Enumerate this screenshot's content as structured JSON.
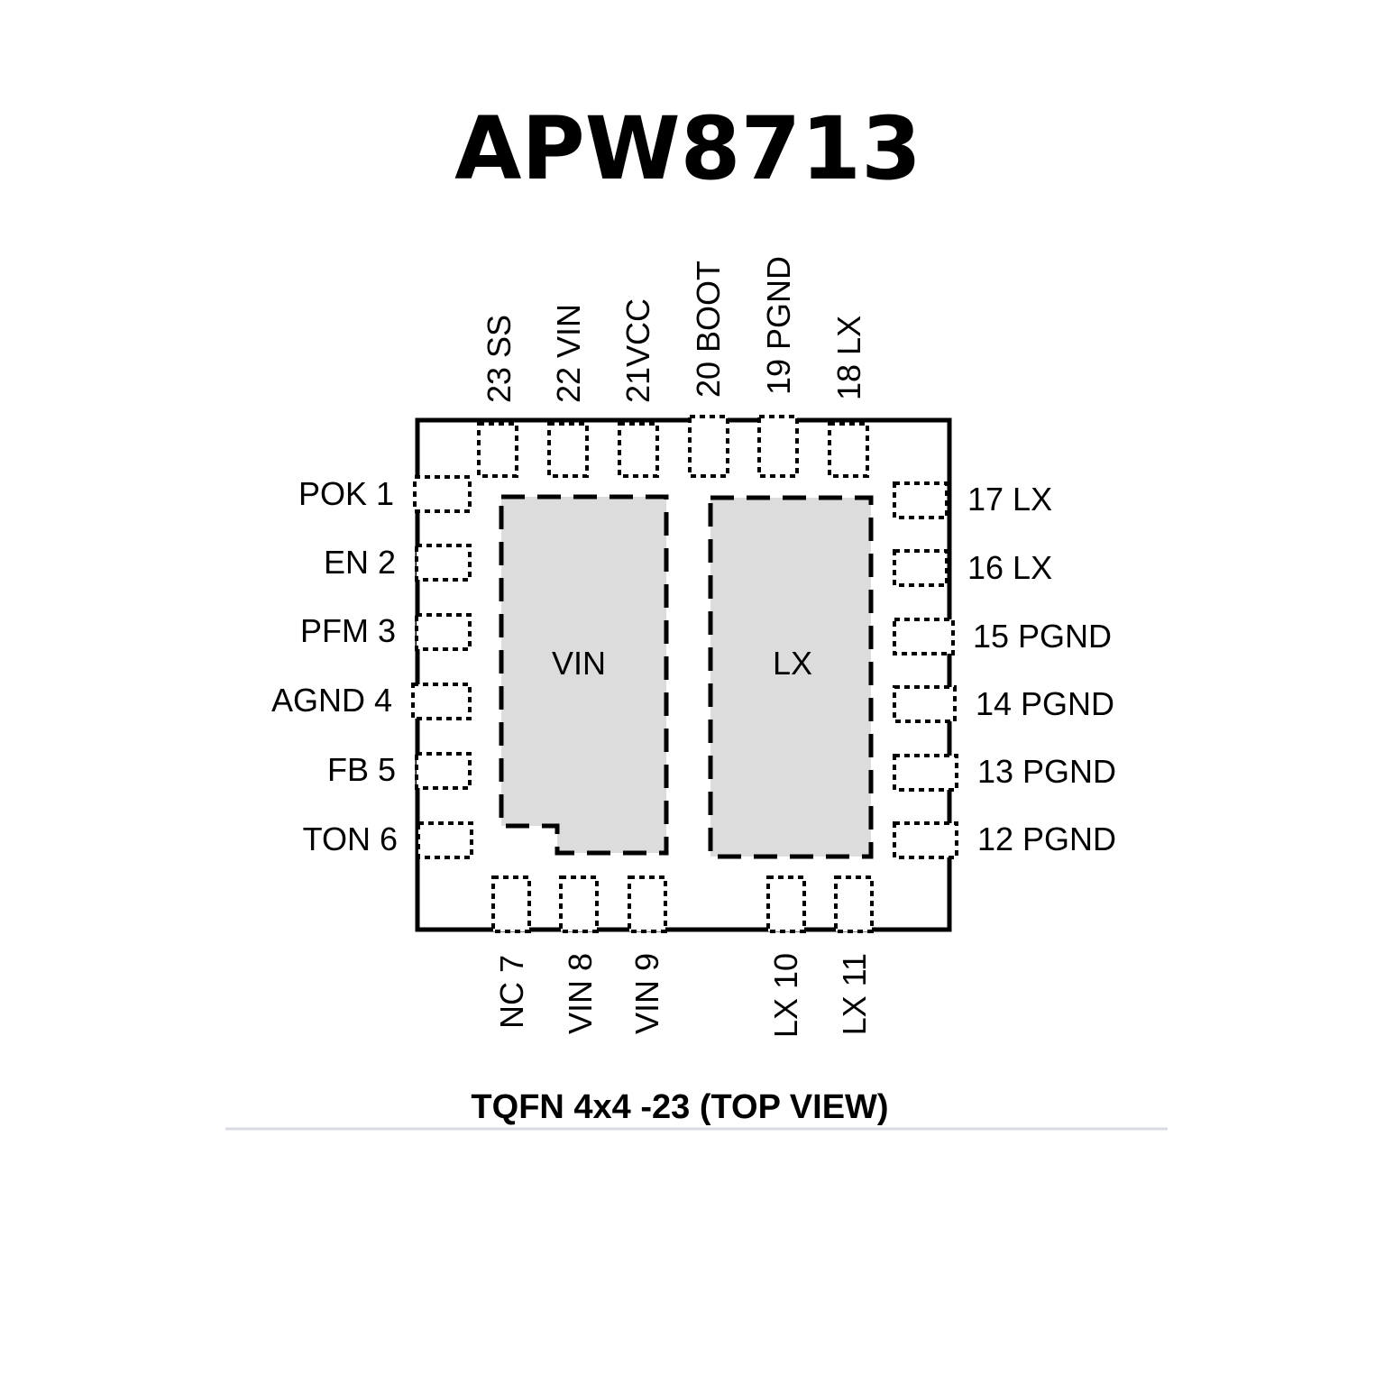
{
  "title": "APW8713",
  "caption": "TQFN 4x4 -23  (TOP VIEW)",
  "colors": {
    "pad_fill": "#dcdcdc",
    "line": "#000000",
    "divider": "#d8dbe3"
  },
  "pins": {
    "left": [
      {
        "label": "POK 1"
      },
      {
        "label": "EN 2"
      },
      {
        "label": "PFM 3"
      },
      {
        "label": "AGND 4"
      },
      {
        "label": "FB 5"
      },
      {
        "label": "TON 6"
      }
    ],
    "bottom": [
      {
        "label": "NC 7"
      },
      {
        "label": "VIN 8"
      },
      {
        "label": "VIN 9"
      },
      {
        "label": "LX 10"
      },
      {
        "label": "LX 11"
      }
    ],
    "right": [
      {
        "label": "12 PGND"
      },
      {
        "label": "13 PGND"
      },
      {
        "label": "14 PGND"
      },
      {
        "label": "15 PGND"
      },
      {
        "label": "16 LX"
      },
      {
        "label": "17 LX"
      }
    ],
    "top": [
      {
        "label": "18 LX"
      },
      {
        "label": "19 PGND"
      },
      {
        "label": "20 BOOT"
      },
      {
        "label": "21VCC"
      },
      {
        "label": "22 VIN"
      },
      {
        "label": "23 SS"
      }
    ]
  },
  "exposed_pads": [
    {
      "label": "VIN"
    },
    {
      "label": "LX"
    }
  ]
}
